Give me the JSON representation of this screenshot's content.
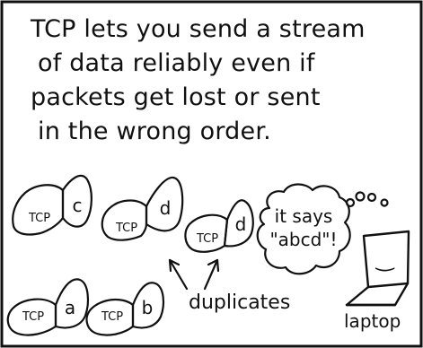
{
  "caption": {
    "line1": "TCP lets you send a stream",
    "line2": "of data reliably even if",
    "line3": "packets get lost or sent",
    "line4": "in the wrong order."
  },
  "packets": [
    {
      "label": "TCP",
      "letter": "c"
    },
    {
      "label": "TCP",
      "letter": "d"
    },
    {
      "label": "TCP",
      "letter": "d"
    },
    {
      "label": "TCP",
      "letter": "a"
    },
    {
      "label": "TCP",
      "letter": "b"
    }
  ],
  "annotation": {
    "duplicates": "duplicates"
  },
  "thought": {
    "line1": "it says",
    "line2": "\"abcd\"!"
  },
  "laptop": {
    "label": "laptop",
    "face": "‿"
  }
}
